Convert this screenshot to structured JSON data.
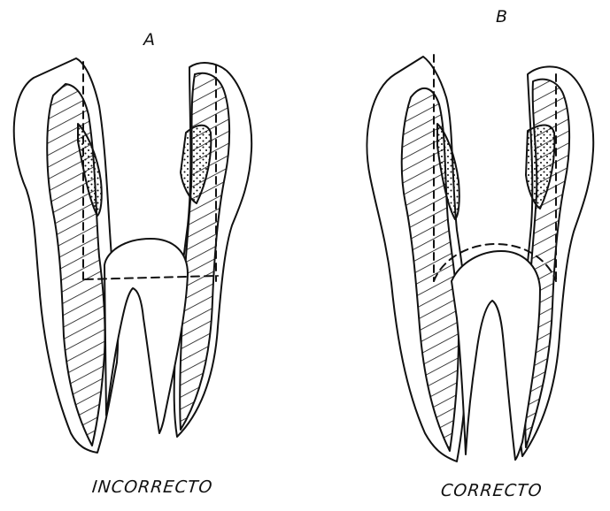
{
  "labels": {
    "a": "A",
    "b": "B",
    "incorrect": "INCORRECTO",
    "correct": "CORRECTO"
  },
  "colors": {
    "ink": "#111111",
    "background": "#ffffff"
  }
}
